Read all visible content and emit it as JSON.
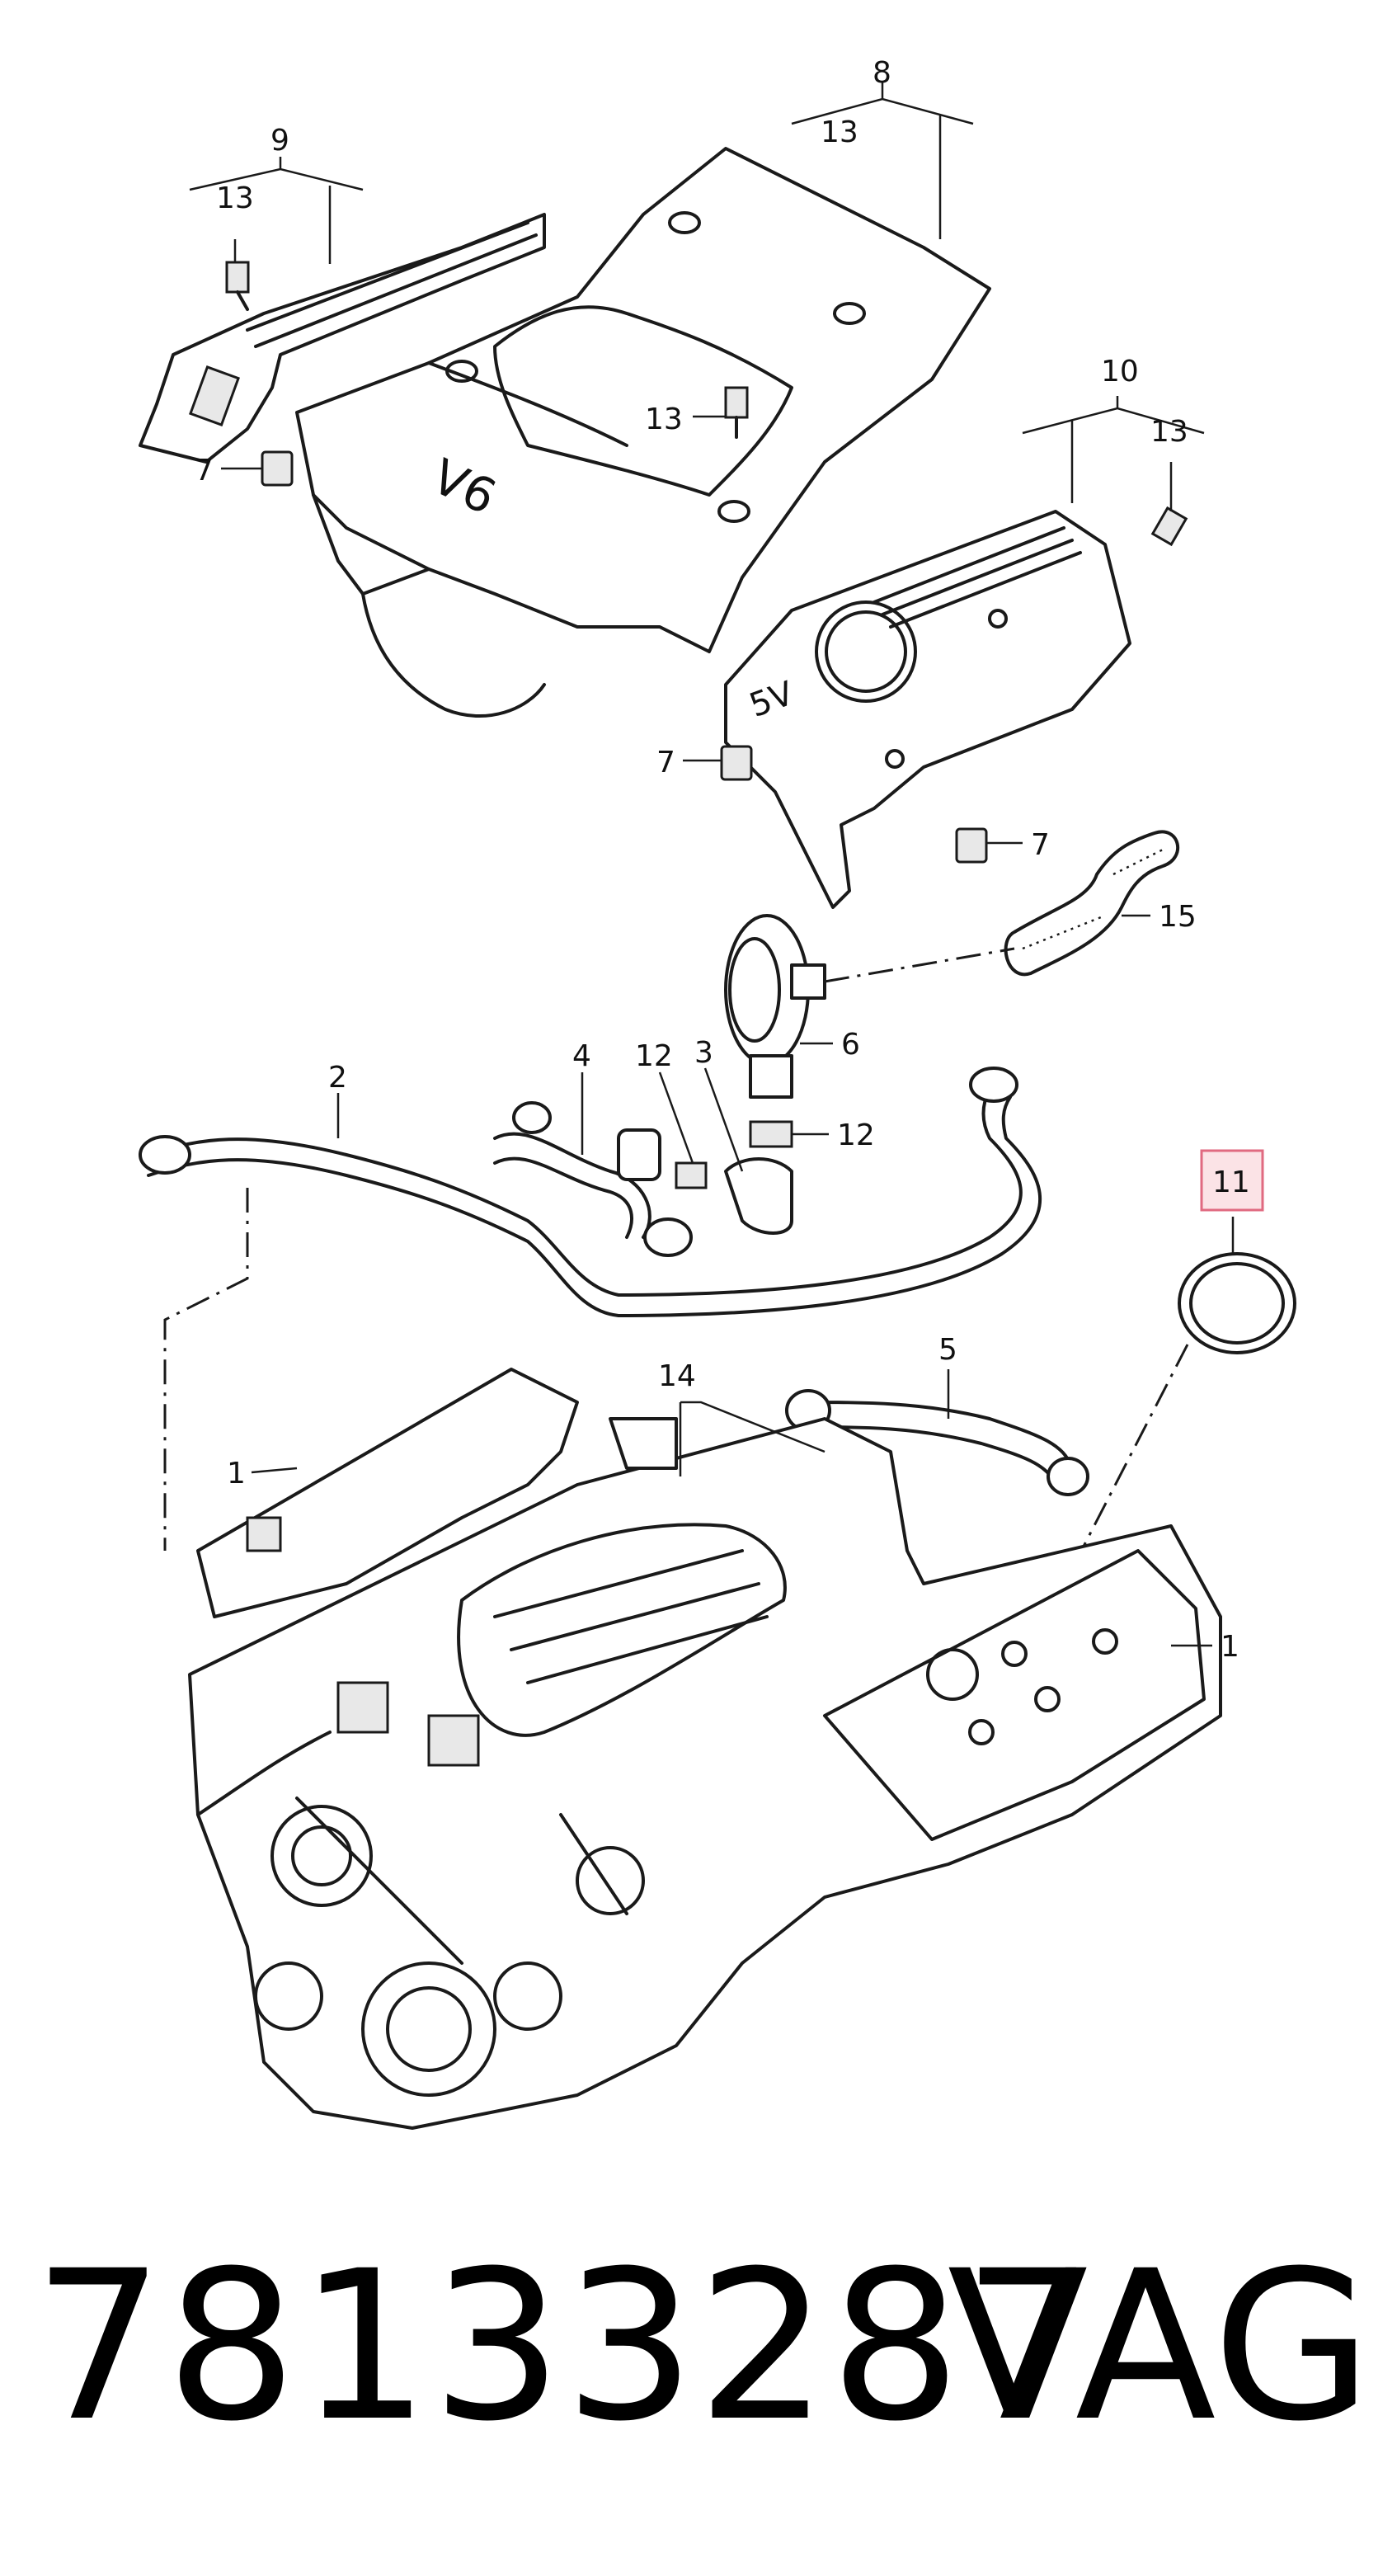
{
  "diagram": {
    "callouts": [
      {
        "id": "c8",
        "text": "8"
      },
      {
        "id": "c13a",
        "text": "13"
      },
      {
        "id": "c9",
        "text": "9"
      },
      {
        "id": "c13b",
        "text": "13"
      },
      {
        "id": "c13c",
        "text": "13"
      },
      {
        "id": "c10",
        "text": "10"
      },
      {
        "id": "c13d",
        "text": "13"
      },
      {
        "id": "c7a",
        "text": "7"
      },
      {
        "id": "c7b",
        "text": "7"
      },
      {
        "id": "c7c",
        "text": "7"
      },
      {
        "id": "c15",
        "text": "15"
      },
      {
        "id": "c6",
        "text": "6"
      },
      {
        "id": "c2",
        "text": "2"
      },
      {
        "id": "c4",
        "text": "4"
      },
      {
        "id": "c12a",
        "text": "12"
      },
      {
        "id": "c3",
        "text": "3"
      },
      {
        "id": "c12b",
        "text": "12"
      },
      {
        "id": "c11",
        "text": "11"
      },
      {
        "id": "c14",
        "text": "14"
      },
      {
        "id": "c5",
        "text": "5"
      },
      {
        "id": "c1a",
        "text": "1"
      },
      {
        "id": "c1b",
        "text": "1"
      }
    ],
    "engine_badge_left": "V6",
    "engine_badge_right": "5V",
    "highlighted_part": "11",
    "highlight_color": "#e06a80"
  },
  "footer": {
    "part_number": "78133287",
    "brand": "VAG"
  }
}
